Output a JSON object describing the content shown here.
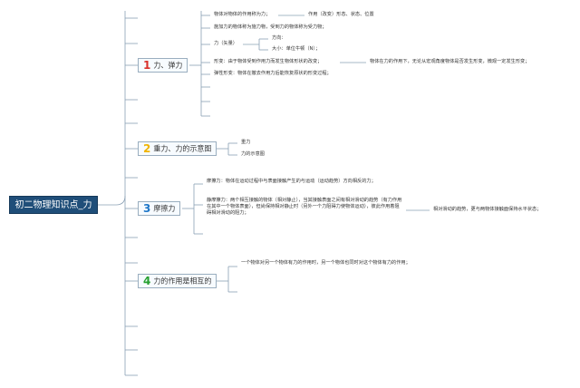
{
  "root": {
    "label": "初二物理知识点_力"
  },
  "branch1": {
    "num": "1",
    "label": "力、弹力",
    "items": {
      "definition": "物体对物体的作用称为力；",
      "effect": "作用（改变）形态、状态、位置",
      "receiver": "施加力的物体称为施力物，受到力的物体称为受力物；",
      "vector": "力（矢量）",
      "direction": "方向：",
      "magnitude": "大小：单位牛顿（N）；",
      "deformation": "形变：由于物体受到作用力而发生物体形状的改变；",
      "deformation_note": "物体在力的作用下，无论从宏观角度物体是否发生形变，微观一定发生形变；",
      "elastic": "弹性形变：物体在撤去作用力后能恢复原状的形变过程；"
    }
  },
  "branch2": {
    "num": "2",
    "label": "重力、力的示意图",
    "items": {
      "gravity": "重力",
      "diagram": "力的示意图"
    }
  },
  "branch3": {
    "num": "3",
    "label": "摩擦力",
    "items": {
      "sliding": "摩擦力：物体在运动过程中与表面接触产生的与运动（运动趋势）方向相反的力；",
      "static": "静摩擦力：两个相互接触的物体（相对静止），当其接触表面之间有相对滑动的趋势（有力作用在其中一个物体表面），但尚保持相对静止时（另外一个力阻碍力使物体运动），彼此作用着阻碍相对滑动的阻力；",
      "static_note": "相对滑动的趋势，更与两物体接触面保持水平状态；"
    }
  },
  "branch4": {
    "num": "4",
    "label": "力的作用是相互的",
    "items": {
      "mutual": "一个物体对另一个物体有力的作用时，另一个物体也同时对这个物体有力的作用；"
    }
  },
  "colors": {
    "root": "#1f4e79",
    "num1": "#d9302c",
    "num2": "#f0b400",
    "num3": "#1f77c8",
    "num4": "#27a030",
    "line": "#8aa0b4"
  }
}
